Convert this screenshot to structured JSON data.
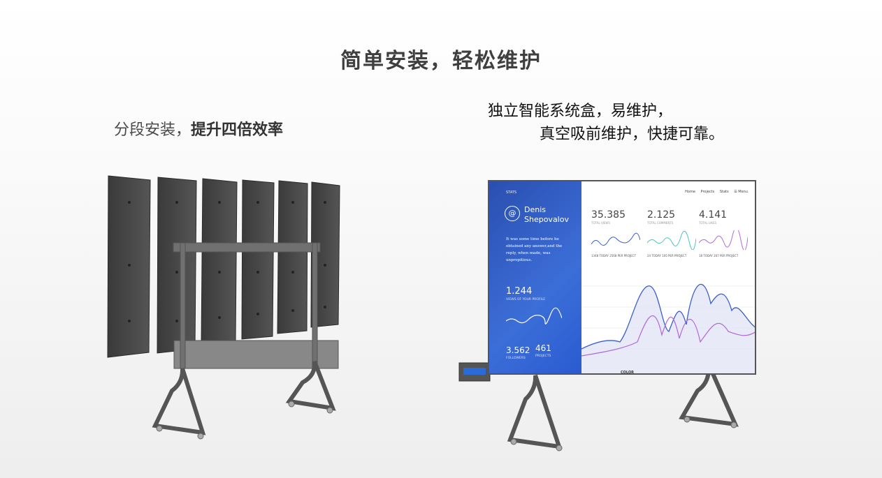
{
  "title": "简单安装，轻松维护",
  "left_caption": {
    "normal": "分段安装，",
    "bold": "提升四倍效率"
  },
  "right_caption": {
    "line1": "独立智能系统盒，易维护，",
    "line2": "真空吸前维护，快捷可靠。"
  },
  "screen": {
    "stats_label": "STATS",
    "at_symbol": "@",
    "user_first": "Denis",
    "user_last": "Shepovalov",
    "quote": "It was some time before he obtained any answer,and the reply, when made, was unpropitious.",
    "nav": [
      "Home",
      "Projects",
      "Stats",
      "☰ Menu"
    ],
    "stats": [
      {
        "value": "35.385",
        "label": "TOTAL VIEWS"
      },
      {
        "value": "2.125",
        "label": "TOTAL COMMENTS"
      },
      {
        "value": "4.141",
        "label": "TOTAL LIKES"
      }
    ],
    "sub_stats": [
      "1348 TODAY   2568 PER PROJECT",
      "24 TODAY   105 PER PROJECT",
      "18 TODAY   267 PER PROJECT"
    ],
    "profile_views": "1.244",
    "profile_views_label": "VIEWS OF YOUR PROFILE",
    "followers": "3.562",
    "followers_label": "FOLLOWERS",
    "projects": "461",
    "projects_label": "PROJECTS"
  },
  "brand": "COLOR",
  "colors": {
    "panel_blue": "#3564cf",
    "frame": "#4a4a4a",
    "line_blue": "#3a5ec8",
    "line_purple": "#b06ad8"
  }
}
